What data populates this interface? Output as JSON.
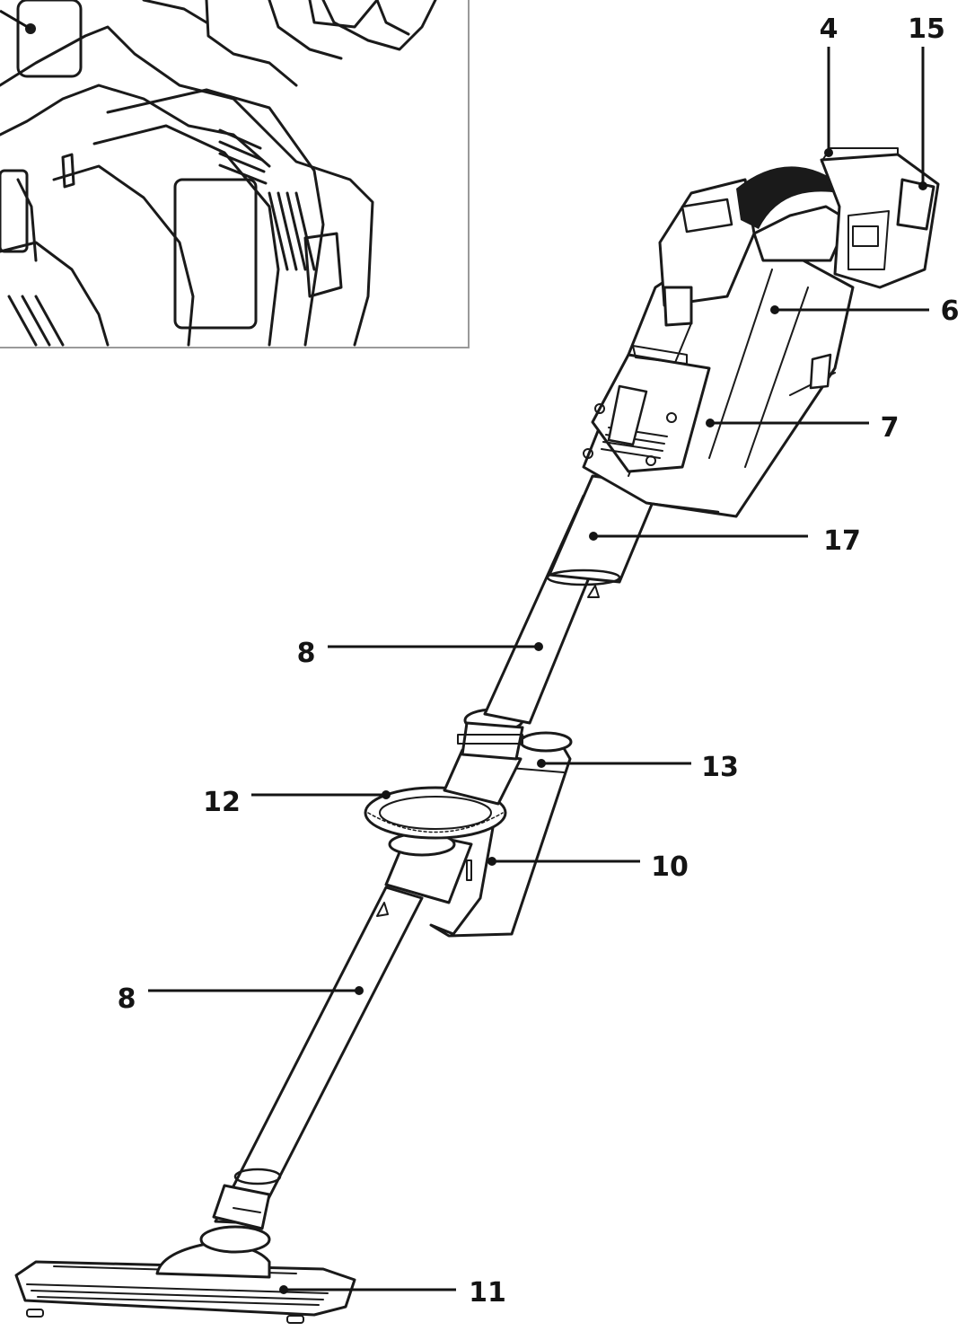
{
  "callouts": [
    {
      "id": "c4",
      "label": "4"
    },
    {
      "id": "c15",
      "label": "15"
    },
    {
      "id": "c6",
      "label": "6"
    },
    {
      "id": "c7",
      "label": "7"
    },
    {
      "id": "c17",
      "label": "17"
    },
    {
      "id": "c8a",
      "label": "8"
    },
    {
      "id": "c13",
      "label": "13"
    },
    {
      "id": "c12",
      "label": "12"
    },
    {
      "id": "c10",
      "label": "10"
    },
    {
      "id": "c8b",
      "label": "8"
    },
    {
      "id": "c11",
      "label": "11"
    }
  ]
}
